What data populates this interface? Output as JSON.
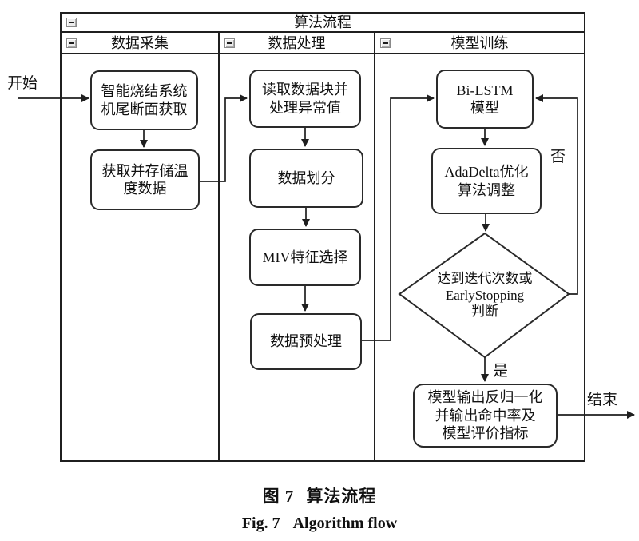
{
  "flowchart": {
    "title": "算法流程",
    "lanes": [
      {
        "label": "数据采集"
      },
      {
        "label": "数据处理"
      },
      {
        "label": "模型训练"
      }
    ],
    "nodes": {
      "acquire": "智能烧结系统\n机尾断面获取",
      "store": "获取并存储温\n度数据",
      "read": "读取数据块并\n处理异常值",
      "split": "数据划分",
      "miv": "MIV特征选择",
      "preprocess": "数据预处理",
      "bilstm": "Bi-LSTM\n模型",
      "adadelta": "AdaDelta优化\n算法调整",
      "decision": "达到迭代次数或\nEarlyStopping\n判断",
      "output": "模型输出反归一化\n并输出命中率及\n模型评价指标"
    },
    "labels": {
      "start": "开始",
      "end": "结束",
      "yes": "是",
      "no": "否"
    },
    "icons": {
      "collapse": "minus-icon"
    }
  },
  "caption": {
    "zh_prefix": "图 7",
    "zh_title": "算法流程",
    "en_prefix": "Fig. 7",
    "en_title": "Algorithm flow"
  },
  "colors": {
    "line": "#1f1f1f",
    "node_border": "#2a2a2a",
    "text": "#111111",
    "background": "#ffffff"
  }
}
